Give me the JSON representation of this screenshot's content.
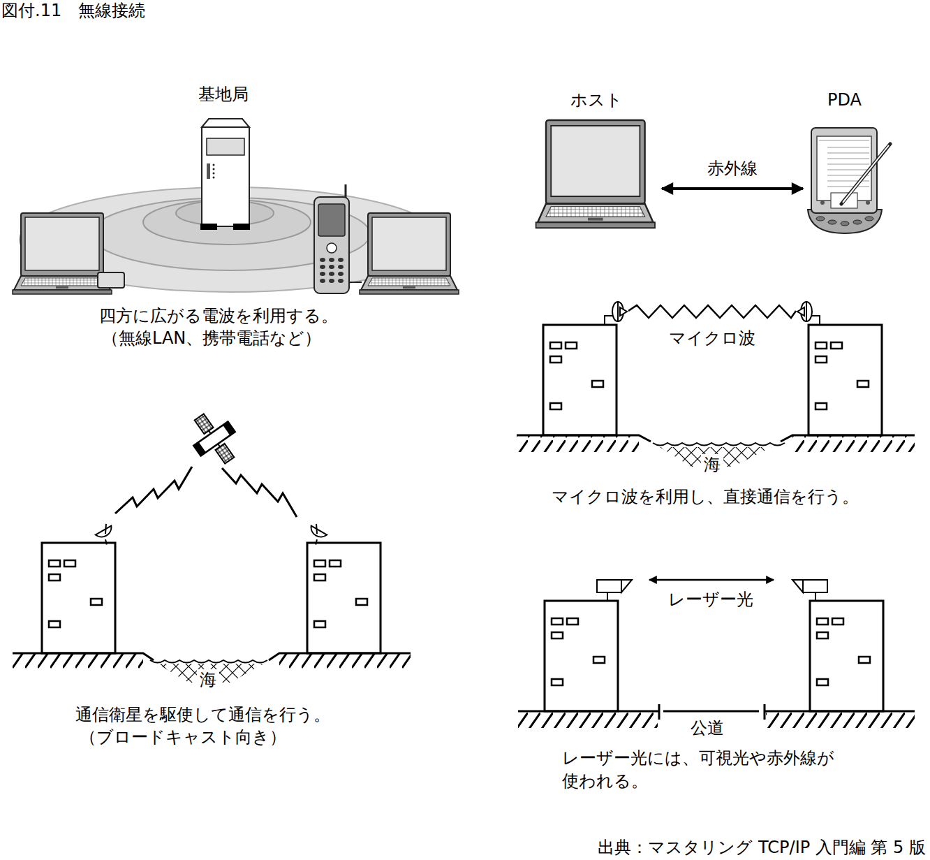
{
  "diagram": {
    "title": "図付.11　無線接続",
    "nodes": [
      {
        "text": [
          "基地局"
        ]
      },
      {
        "text": [
          "ホスト"
        ]
      },
      {
        "text": [
          "PDA"
        ]
      }
    ],
    "edges": [
      {
        "from": 1,
        "to": 2,
        "label": "赤外線",
        "arrow": "both"
      }
    ],
    "labels": [
      "四方に広がる電波を利用する。",
      "（無線LAN、携帯電話など）",
      "マイクロ波",
      "海",
      "マイクロ波を利用し、直接通信を行う。",
      "海",
      "通信衛星を駆使して通信を行う。",
      "（ブロードキャスト向き）",
      "レーザー光",
      "公道",
      "レーザー光には、可視光や赤外線が",
      "使われる。",
      "出典：マスタリング TCP/IP 入門編 第 5 版"
    ]
  }
}
